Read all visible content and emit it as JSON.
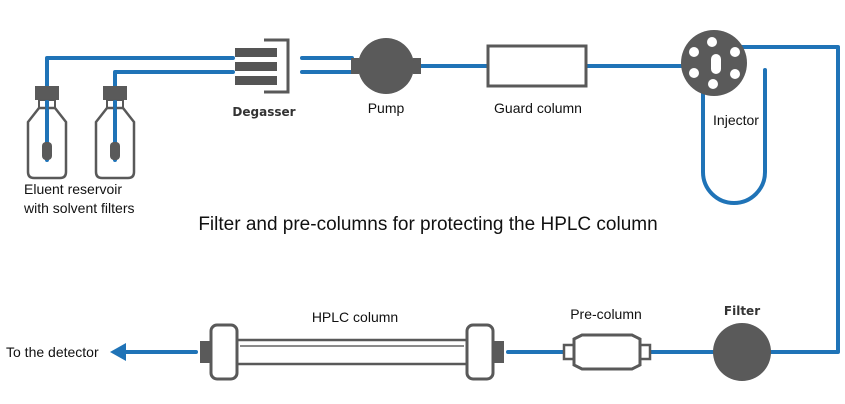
{
  "colors": {
    "tube": "#1F73B7",
    "part_stroke": "#595959",
    "part_fill": "#5a5a5a",
    "text": "#111111"
  },
  "labels": {
    "eluent_line1": "Eluent reservoir",
    "eluent_line2": "with solvent filters",
    "degasser": "Degasser",
    "pump": "Pump",
    "guard_column": "Guard column",
    "injector": "Injector",
    "caption": "Filter and pre-columns for protecting the HPLC column",
    "hplc_column": "HPLC column",
    "pre_column": "Pre-column",
    "filter": "Filter",
    "to_detector": "To the detector"
  },
  "icons": {
    "reservoir": "bottle-icon",
    "degasser": "degasser-icon",
    "pump": "pump-icon",
    "guard_column": "guard-column-icon",
    "injector": "injector-valve-icon",
    "filter": "filter-icon",
    "pre_column": "pre-column-icon",
    "hplc_column": "hplc-column-icon",
    "outlet": "arrow-left-icon"
  }
}
